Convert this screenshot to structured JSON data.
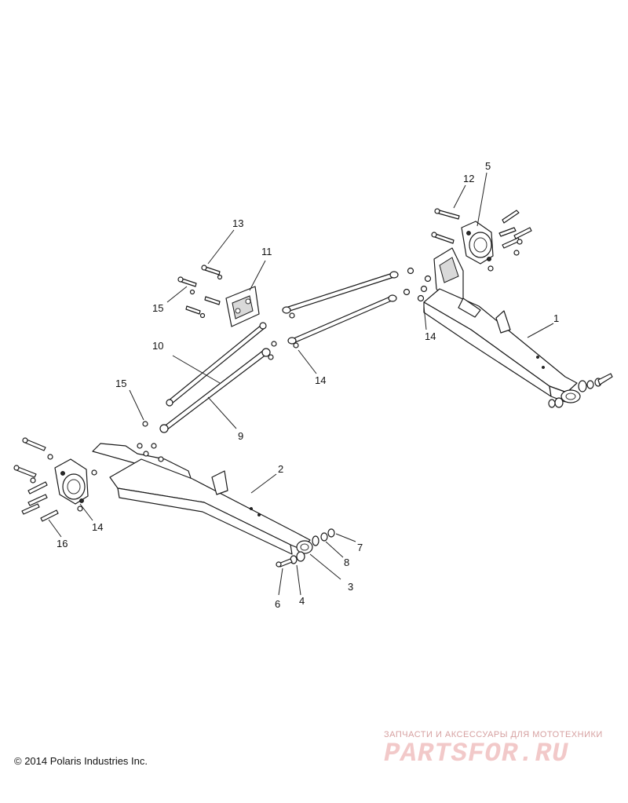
{
  "diagram": {
    "callouts": {
      "c1": "1",
      "c2": "2",
      "c3": "3",
      "c4": "4",
      "c5": "5",
      "c6": "6",
      "c7": "7",
      "c8": "8",
      "c9": "9",
      "c10": "10",
      "c11": "11",
      "c12": "12",
      "c13": "13",
      "c14a": "14",
      "c14b": "14",
      "c14c": "14",
      "c15a": "15",
      "c15b": "15",
      "c16": "16"
    }
  },
  "footer": {
    "copyright": "© 2014 Polaris Industries Inc."
  },
  "watermark": {
    "tagline": "ЗАПЧАСТИ И АКСЕССУАРЫ ДЛЯ МОТОТЕХНИКИ",
    "logo": "PARTSFOR.RU"
  }
}
